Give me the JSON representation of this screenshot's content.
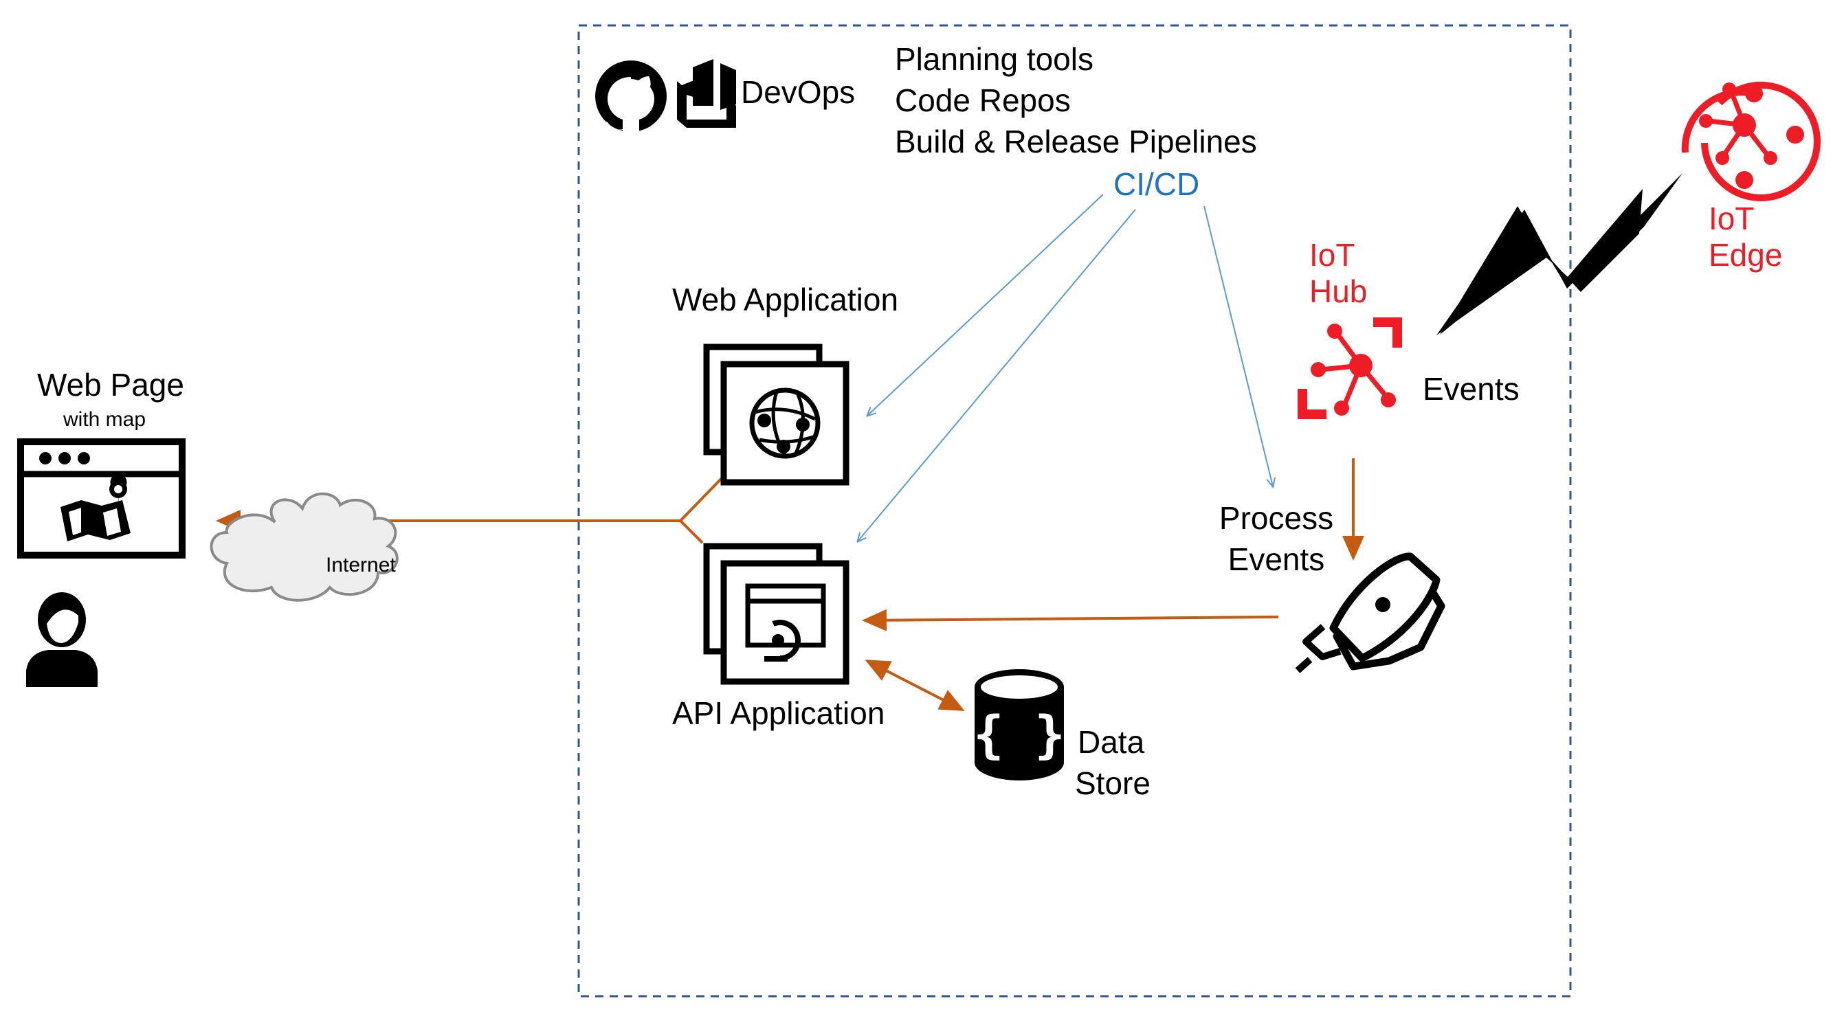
{
  "devops": {
    "label": "DevOps",
    "tools": [
      "Planning tools",
      "Code Repos",
      "Build & Release Pipelines"
    ],
    "cicd": "CI/CD"
  },
  "web_app": {
    "label": "Web Application"
  },
  "api_app": {
    "label": "API Application"
  },
  "web_page": {
    "title": "Web Page",
    "subtitle": "with map"
  },
  "internet": {
    "label": "Internet"
  },
  "iot_hub": {
    "line1": "IoT",
    "line2": "Hub"
  },
  "iot_edge": {
    "line1": "IoT",
    "line2": "Edge"
  },
  "events": {
    "label": "Events"
  },
  "process_events": {
    "line1": "Process",
    "line2": "Events"
  },
  "data_store": {
    "line1": "Data",
    "line2": "Store"
  },
  "colors": {
    "boundary": "#2f5597",
    "flow_arrow": "#c55a11",
    "cicd_arrow": "#5b9bd5",
    "iot_red": "#ee1c25",
    "cicd_text": "#1f74c2"
  },
  "icons": [
    "github-icon",
    "azure-devops-icon",
    "web-app-icon",
    "api-app-icon",
    "browser-map-icon",
    "user-icon",
    "cloud-icon",
    "iot-hub-icon",
    "iot-edge-icon",
    "rocket-icon",
    "database-icon",
    "lightning-bolt-icon"
  ]
}
